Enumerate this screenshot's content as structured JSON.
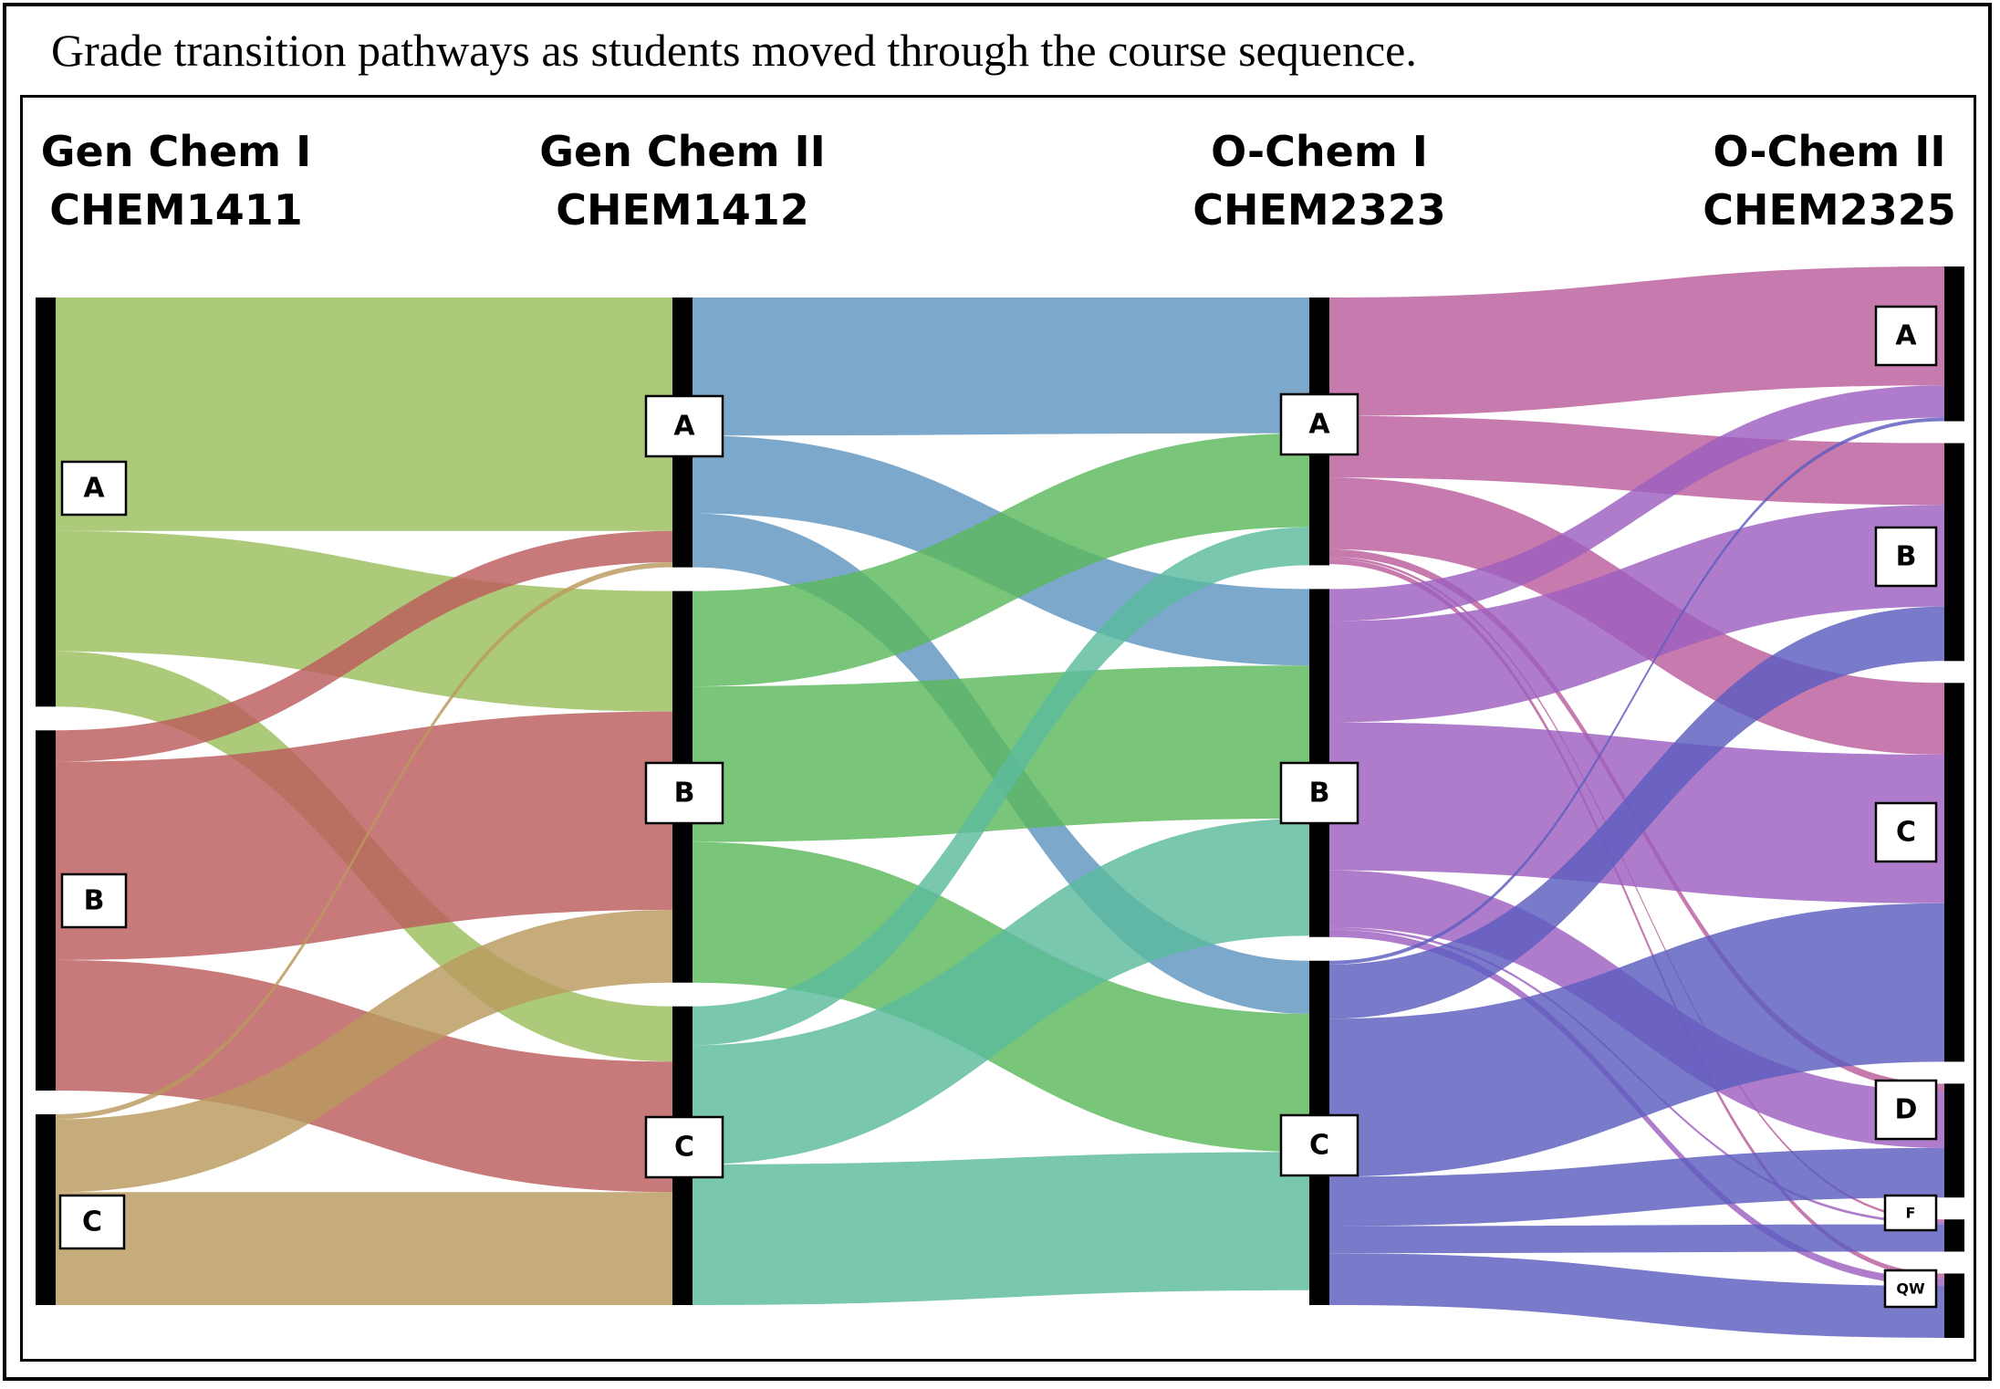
{
  "caption": "Grade transition pathways as students moved through the course sequence.",
  "colors": {
    "genchem1_A": "#9bbe5d",
    "genchem1_B": "#bc5c5c",
    "genchem1_C": "#b99a5e",
    "genchem2_A": "#5f95bf",
    "genchem2_B": "#5cb85c",
    "genchem2_C": "#5cbb9c",
    "ochem1_A": "#b95d9c",
    "ochem1_B": "#9d5fbf",
    "ochem1_C": "#5d5dbf"
  },
  "columns": [
    {
      "id": "c1",
      "title_line1": "Gen Chem I",
      "title_line2": "CHEM1411",
      "nodes": [
        {
          "id": "c1A",
          "label": "A"
        },
        {
          "id": "c1B",
          "label": "B"
        },
        {
          "id": "c1C",
          "label": "C"
        }
      ]
    },
    {
      "id": "c2",
      "title_line1": "Gen Chem II",
      "title_line2": "CHEM1412",
      "nodes": [
        {
          "id": "c2A",
          "label": "A"
        },
        {
          "id": "c2B",
          "label": "B"
        },
        {
          "id": "c2C",
          "label": "C"
        }
      ]
    },
    {
      "id": "c3",
      "title_line1": "O-Chem I",
      "title_line2": "CHEM2323",
      "nodes": [
        {
          "id": "c3A",
          "label": "A"
        },
        {
          "id": "c3B",
          "label": "B"
        },
        {
          "id": "c3C",
          "label": "C"
        }
      ]
    },
    {
      "id": "c4",
      "title_line1": "O-Chem II",
      "title_line2": "CHEM2325",
      "nodes": [
        {
          "id": "c4A",
          "label": "A"
        },
        {
          "id": "c4B",
          "label": "B"
        },
        {
          "id": "c4C",
          "label": "C"
        },
        {
          "id": "c4D",
          "label": "D"
        },
        {
          "id": "c4F",
          "label": "F"
        },
        {
          "id": "c4QW",
          "label": "QW"
        }
      ]
    }
  ],
  "flows": [
    {
      "from": "c1A",
      "to": "c2A",
      "value": 186,
      "color": "genchem1_A"
    },
    {
      "from": "c1A",
      "to": "c2B",
      "value": 96,
      "color": "genchem1_A"
    },
    {
      "from": "c1A",
      "to": "c2C",
      "value": 44,
      "color": "genchem1_A"
    },
    {
      "from": "c1B",
      "to": "c2A",
      "value": 25,
      "color": "genchem1_B"
    },
    {
      "from": "c1B",
      "to": "c2B",
      "value": 158,
      "color": "genchem1_B"
    },
    {
      "from": "c1B",
      "to": "c2C",
      "value": 104,
      "color": "genchem1_B"
    },
    {
      "from": "c1C",
      "to": "c2A",
      "value": 4,
      "color": "genchem1_C"
    },
    {
      "from": "c1C",
      "to": "c2B",
      "value": 58,
      "color": "genchem1_C"
    },
    {
      "from": "c1C",
      "to": "c2C",
      "value": 90,
      "color": "genchem1_C"
    },
    {
      "from": "c2A",
      "to": "c3A",
      "value": 110,
      "color": "genchem2_A"
    },
    {
      "from": "c2A",
      "to": "c3B",
      "value": 62,
      "color": "genchem2_A"
    },
    {
      "from": "c2A",
      "to": "c3C",
      "value": 43,
      "color": "genchem2_A"
    },
    {
      "from": "c2B",
      "to": "c3A",
      "value": 76,
      "color": "genchem2_B"
    },
    {
      "from": "c2B",
      "to": "c3B",
      "value": 124,
      "color": "genchem2_B"
    },
    {
      "from": "c2B",
      "to": "c3C",
      "value": 112,
      "color": "genchem2_B"
    },
    {
      "from": "c2C",
      "to": "c3A",
      "value": 31,
      "color": "genchem2_C"
    },
    {
      "from": "c2C",
      "to": "c3B",
      "value": 95,
      "color": "genchem2_C"
    },
    {
      "from": "c2C",
      "to": "c3C",
      "value": 112,
      "color": "genchem2_C"
    },
    {
      "from": "c3A",
      "to": "c4A",
      "value": 96,
      "color": "ochem1_A"
    },
    {
      "from": "c3A",
      "to": "c4B",
      "value": 50,
      "color": "ochem1_A"
    },
    {
      "from": "c3A",
      "to": "c4C",
      "value": 58,
      "color": "ochem1_A"
    },
    {
      "from": "c3A",
      "to": "c4D",
      "value": 6,
      "color": "ochem1_A"
    },
    {
      "from": "c3A",
      "to": "c4F",
      "value": 2,
      "color": "ochem1_A"
    },
    {
      "from": "c3A",
      "to": "c4QW",
      "value": 4,
      "color": "ochem1_A"
    },
    {
      "from": "c3B",
      "to": "c4A",
      "value": 26,
      "color": "ochem1_B"
    },
    {
      "from": "c3B",
      "to": "c4B",
      "value": 82,
      "color": "ochem1_B"
    },
    {
      "from": "c3B",
      "to": "c4C",
      "value": 120,
      "color": "ochem1_B"
    },
    {
      "from": "c3B",
      "to": "c4D",
      "value": 46,
      "color": "ochem1_B"
    },
    {
      "from": "c3B",
      "to": "c4F",
      "value": 2,
      "color": "ochem1_B"
    },
    {
      "from": "c3B",
      "to": "c4QW",
      "value": 6,
      "color": "ochem1_B"
    },
    {
      "from": "c3C",
      "to": "c4A",
      "value": 3,
      "color": "ochem1_C"
    },
    {
      "from": "c3C",
      "to": "c4B",
      "value": 44,
      "color": "ochem1_C"
    },
    {
      "from": "c3C",
      "to": "c4C",
      "value": 128,
      "color": "ochem1_C"
    },
    {
      "from": "c3C",
      "to": "c4D",
      "value": 40,
      "color": "ochem1_C"
    },
    {
      "from": "c3C",
      "to": "c4F",
      "value": 22,
      "color": "ochem1_C"
    },
    {
      "from": "c3C",
      "to": "c4QW",
      "value": 42,
      "color": "ochem1_C"
    }
  ]
}
